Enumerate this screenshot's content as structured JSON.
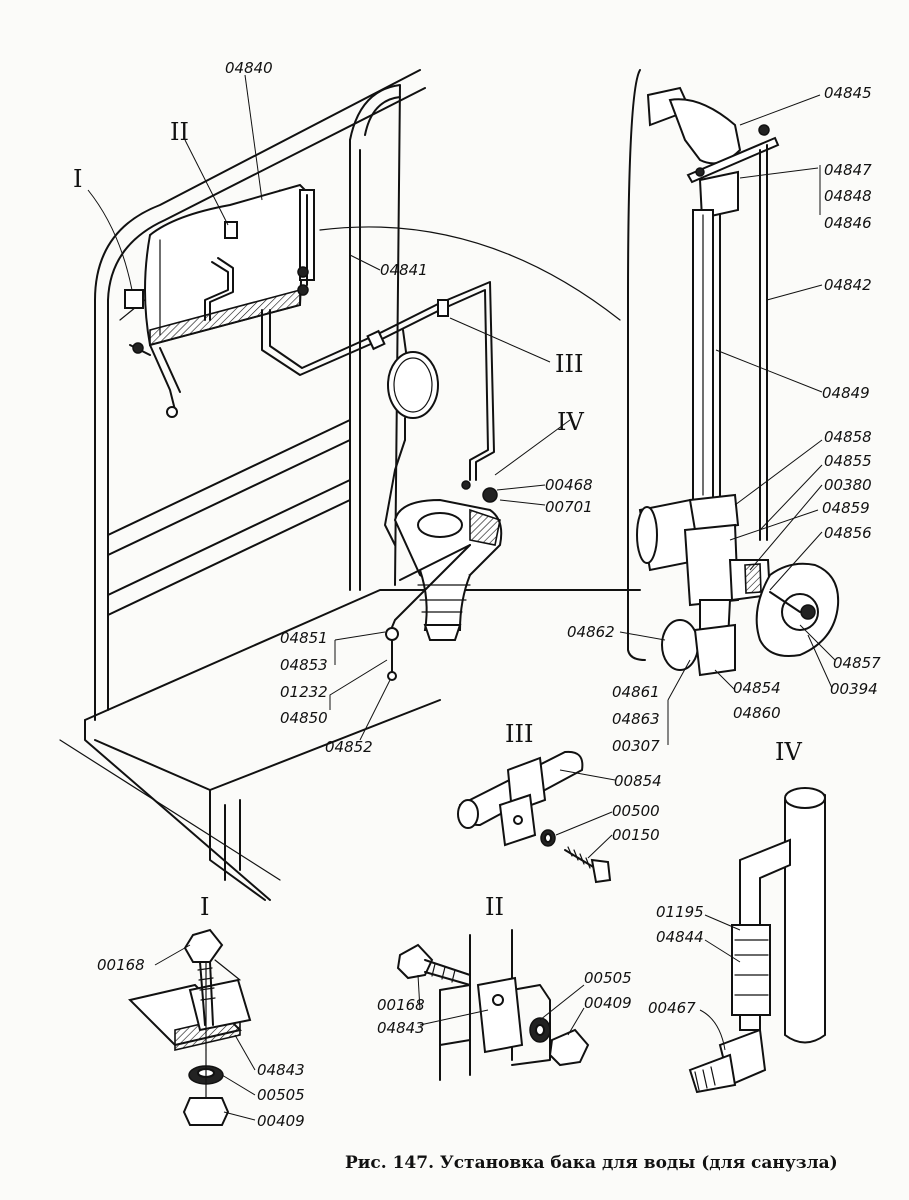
{
  "caption": "Рис. 147. Установка бака для воды  (для санузла)",
  "views": {
    "I": "I",
    "II": "II",
    "III": "III",
    "IV": "IV"
  },
  "main_labels": {
    "tank": "04840",
    "tube_04841": "04841",
    "view_I_marker": "I",
    "view_II_marker": "II",
    "view_III_marker": "III",
    "view_IV_marker": "IV",
    "p00468": "00468",
    "p00701": "00701",
    "p04851": "04851",
    "p04853": "04853",
    "p01232": "01232",
    "p04850": "04850",
    "p04852": "04852"
  },
  "gauge_labels": {
    "p04845": "04845",
    "p04847": "04847",
    "p04848": "04848",
    "p04846": "04846",
    "p04842": "04842",
    "p04849": "04849",
    "p04858": "04858",
    "p04855": "04855",
    "p00380": "00380",
    "p04859": "04859",
    "p04856": "04856",
    "p04862": "04862",
    "p04857": "04857",
    "p00394": "00394",
    "p04861": "04861",
    "p04863": "04863",
    "p00307": "00307",
    "p04854": "04854",
    "p04860": "04860"
  },
  "detail_III": {
    "p00854": "00854",
    "p00500": "00500",
    "p00150": "00150"
  },
  "detail_I": {
    "p00168": "00168",
    "p04843": "04843",
    "p00505": "00505",
    "p00409": "00409"
  },
  "detail_II": {
    "p00168": "00168",
    "p04843": "04843",
    "p00505": "00505",
    "p00409": "00409"
  },
  "detail_IV": {
    "p01195": "01195",
    "p04844": "04844",
    "p00467": "00467"
  }
}
